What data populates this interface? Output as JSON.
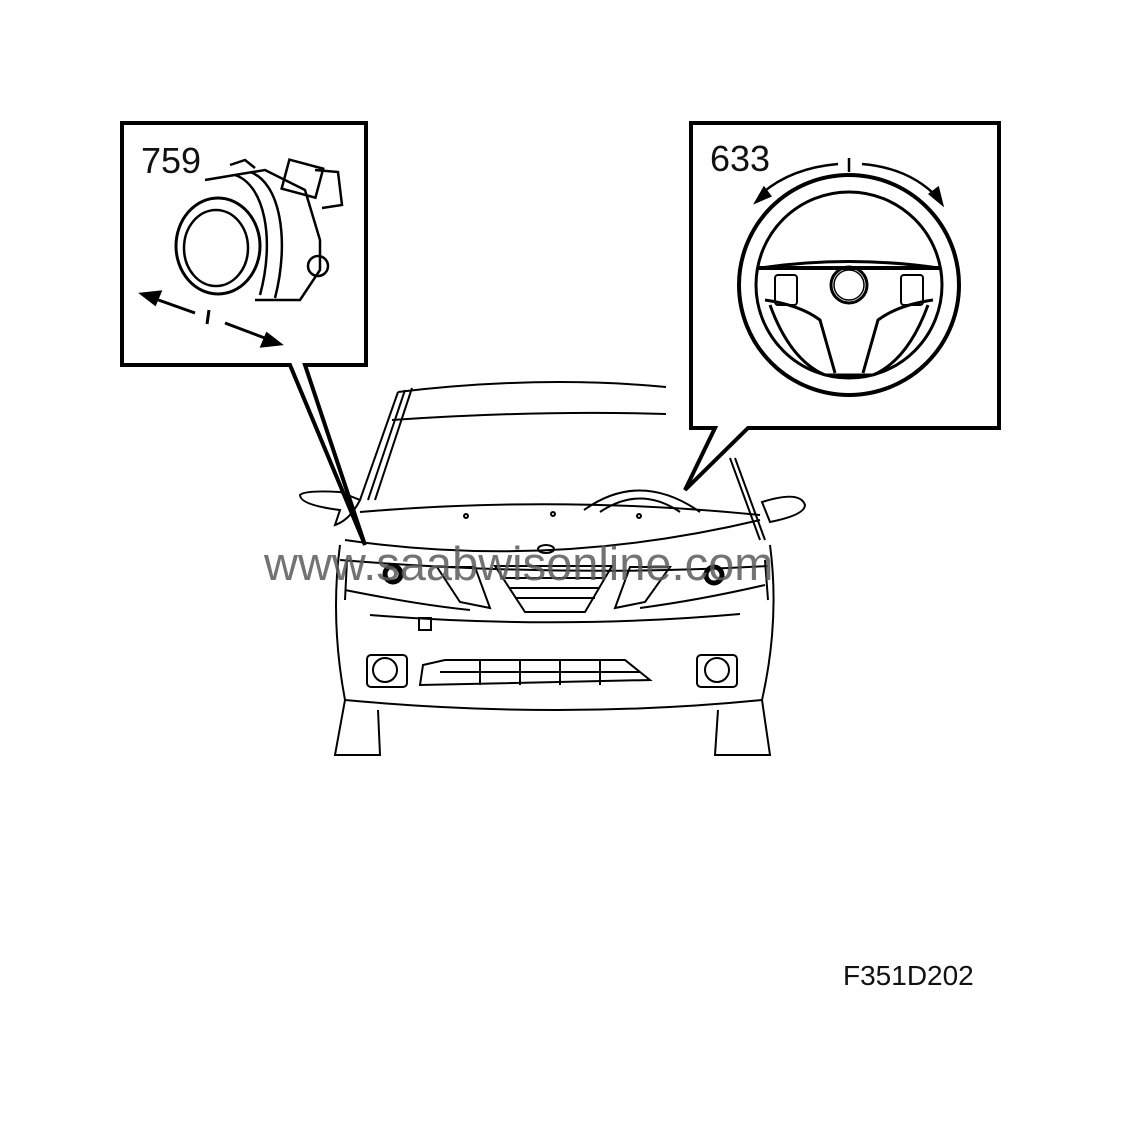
{
  "diagram": {
    "figure_id": "F351D202",
    "watermark": "www.saabwisonline.com",
    "callouts": [
      {
        "number": "759",
        "component": "fog-lamp",
        "arrow_label": "I"
      },
      {
        "number": "633",
        "component": "steering-wheel",
        "arrow_label": "I"
      }
    ],
    "colors": {
      "line": "#000000",
      "background": "#ffffff",
      "watermark": "#5a5a5a"
    }
  }
}
